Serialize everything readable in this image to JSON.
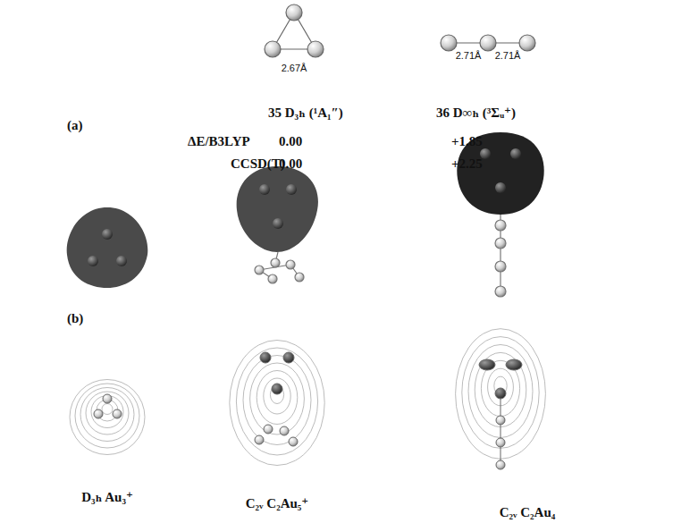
{
  "diagram": {
    "labels": [
      "2.67Å",
      "2.71Å",
      "2.71Å",
      "(a)",
      "35 D₃ₕ (¹A₁″)",
      "36 D∞ₕ (³Σᵤ⁺)",
      "ΔE/B3LYP",
      "0.00",
      "+1.85",
      "CCSD(T)",
      "0.00",
      "+2.25",
      "(b)",
      "D₃ₕ Au₃⁺",
      "C₂ᵥ C₂Au₅⁺",
      "C₂ᵥ C₂Au₄"
    ]
  }
}
